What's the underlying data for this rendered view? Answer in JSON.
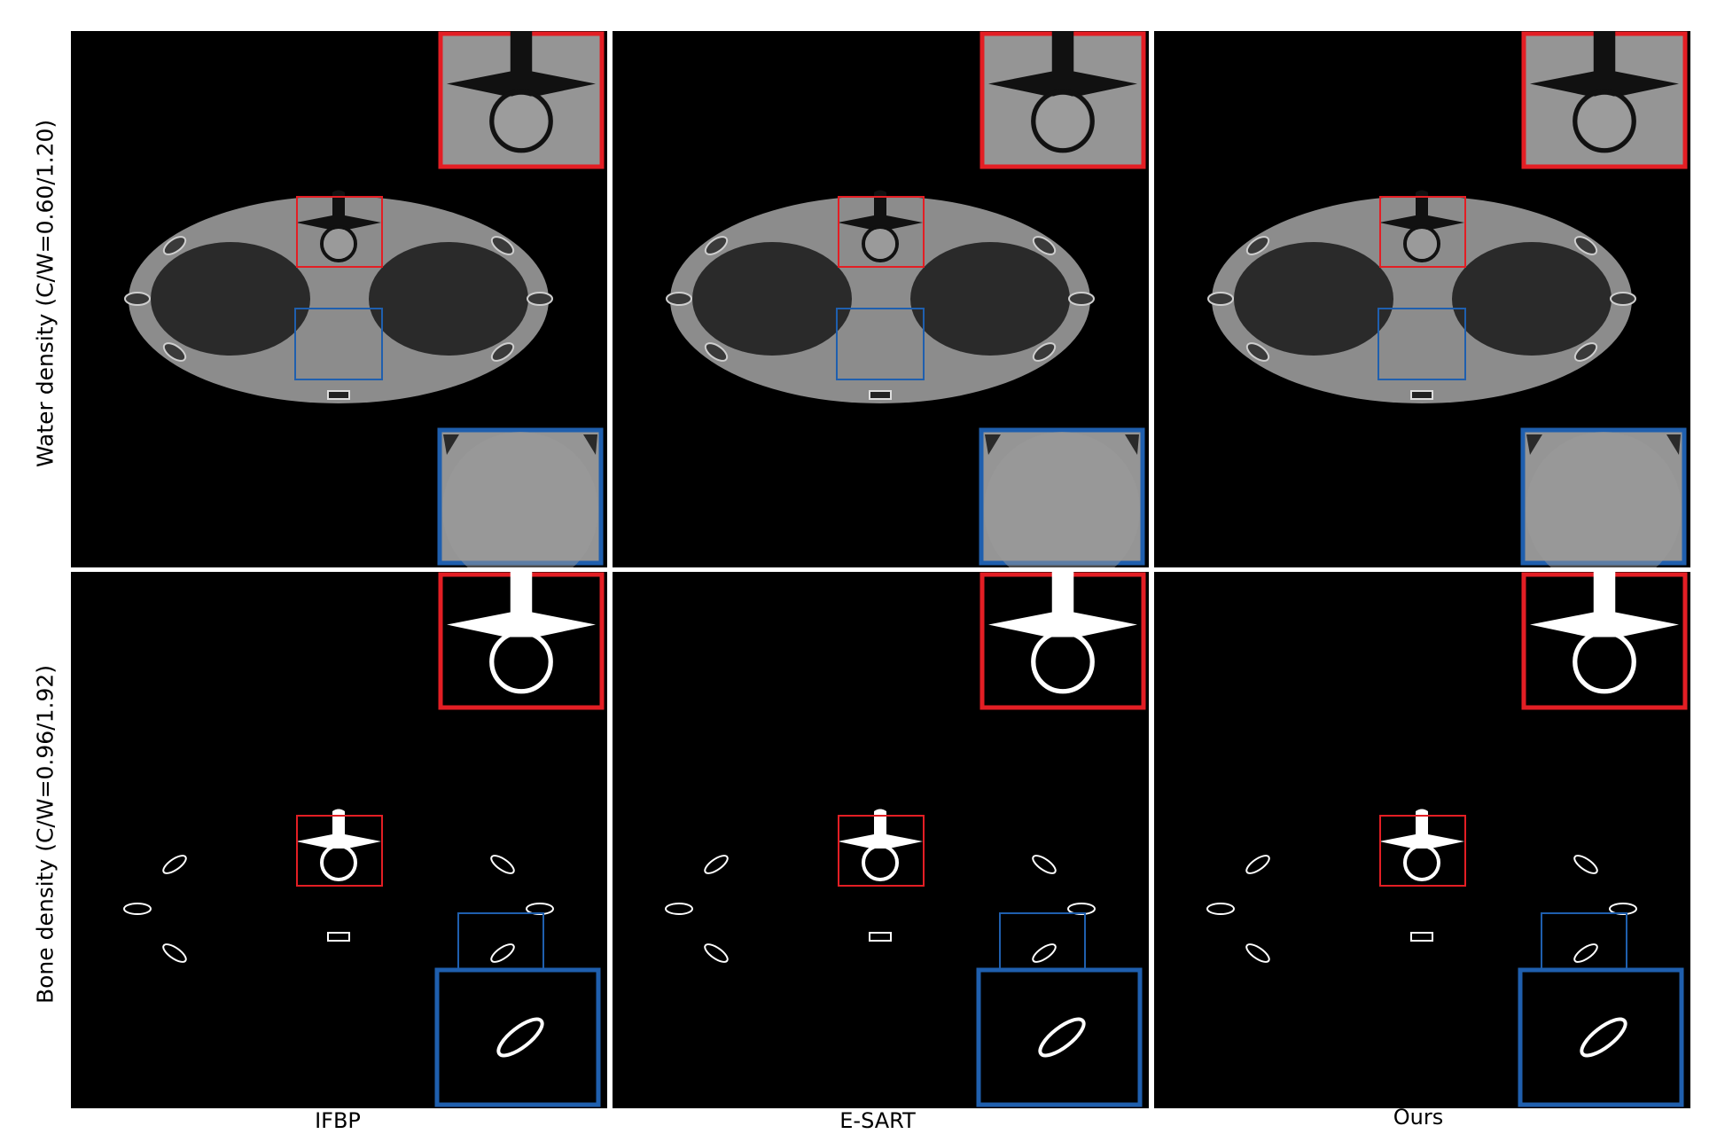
{
  "rows": [
    {
      "id": "water",
      "label": "Water density (C/W=0.60/1.20)"
    },
    {
      "id": "bone",
      "label": "Bone density (C/W=0.96/1.92)"
    }
  ],
  "columns": [
    {
      "id": "ifbp",
      "label": "IFBP"
    },
    {
      "id": "esart",
      "label": "E-SART"
    },
    {
      "id": "ours",
      "label": "Ours"
    }
  ],
  "colors": {
    "roi_red": "#e31e24",
    "roi_blue": "#1f5fae",
    "background": "#000000",
    "water_tissue": "#8c8c8c",
    "water_lung": "#2a2a2a",
    "bone": "#ffffff"
  }
}
